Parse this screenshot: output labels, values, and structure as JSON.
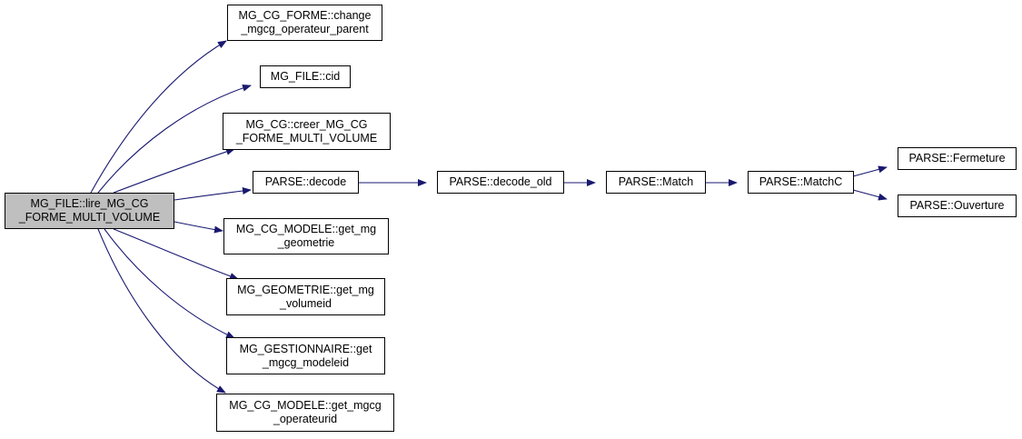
{
  "colors": {
    "edge": "#191970",
    "root_fill": "#bfbfbf",
    "node_fill": "#ffffff",
    "border": "#000000"
  },
  "nodes": {
    "root": [
      "MG_FILE::lire_MG_CG",
      "_FORME_MULTI_VOLUME"
    ],
    "change": [
      "MG_CG_FORME::change",
      "_mgcg_operateur_parent"
    ],
    "cid": [
      "MG_FILE::cid"
    ],
    "creer": [
      "MG_CG::creer_MG_CG",
      "_FORME_MULTI_VOLUME"
    ],
    "decode": [
      "PARSE::decode"
    ],
    "getgeom": [
      "MG_CG_MODELE::get_mg",
      "_geometrie"
    ],
    "getvol": [
      "MG_GEOMETRIE::get_mg",
      "_volumeid"
    ],
    "getmodel": [
      "MG_GESTIONNAIRE::get",
      "_mgcg_modeleid"
    ],
    "getop": [
      "MG_CG_MODELE::get_mgcg",
      "_operateurid"
    ],
    "decodeold": [
      "PARSE::decode_old"
    ],
    "match": [
      "PARSE::Match"
    ],
    "matchc": [
      "PARSE::MatchC"
    ],
    "fermeture": [
      "PARSE::Fermeture"
    ],
    "ouverture": [
      "PARSE::Ouverture"
    ]
  }
}
